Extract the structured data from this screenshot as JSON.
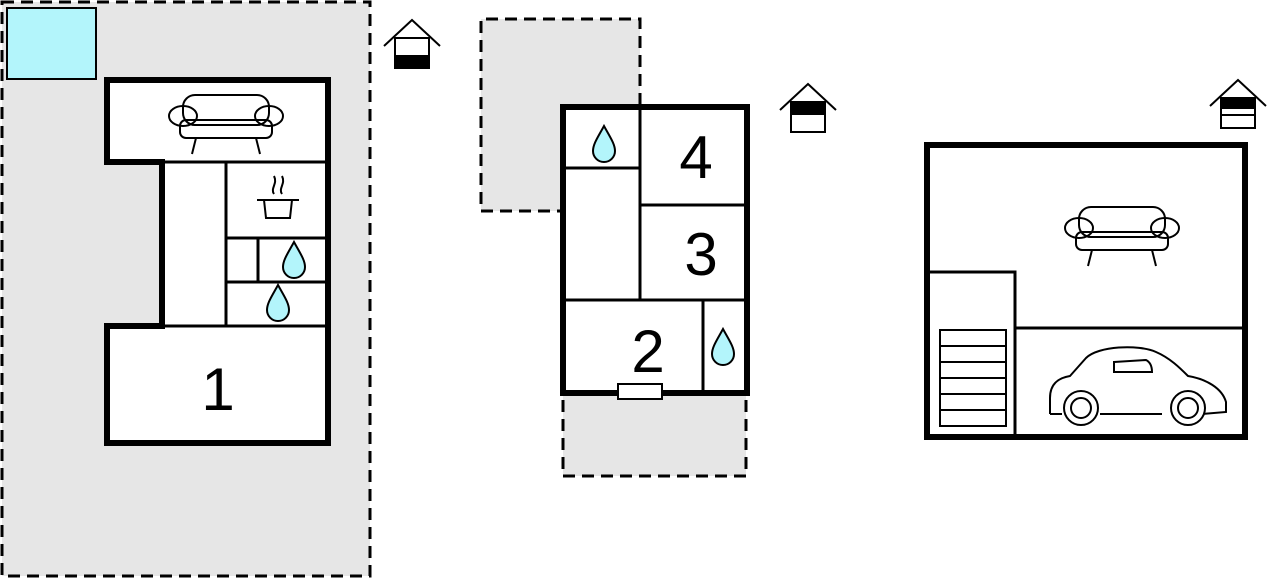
{
  "floorplan": {
    "rooms": [
      {
        "id": "room-1",
        "label": "1"
      },
      {
        "id": "room-2",
        "label": "2"
      },
      {
        "id": "room-3",
        "label": "3"
      },
      {
        "id": "room-4",
        "label": "4"
      }
    ],
    "icons": {
      "floor_indicator": "floor-level-icon",
      "sofa": "sofa-icon",
      "kitchen": "cooking-pot-icon",
      "bathroom": "water-drop-icon",
      "car": "car-icon",
      "stairs": "stairs-icon",
      "pool": "pool-icon",
      "door": "door-icon"
    },
    "colors": {
      "pool": "#b3f5fb",
      "water": "#b3f5fb",
      "outdoor_area": "#e6e6e6",
      "wall": "#000000"
    }
  }
}
